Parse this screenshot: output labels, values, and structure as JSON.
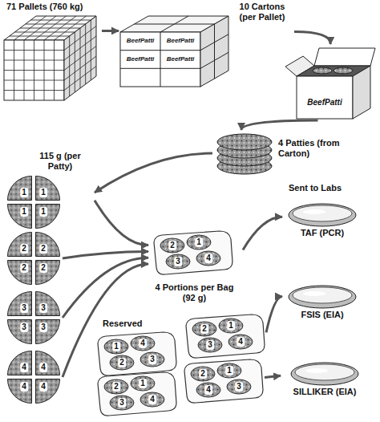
{
  "diagram": {
    "nodes": [
      {
        "text": [
          "71 Pallets (760 kg)"
        ]
      },
      {
        "text": [
          "10 Cartons (per Pallet)"
        ]
      },
      {
        "text": [
          "BeefPatti"
        ]
      },
      {
        "text": [
          "4 Patties (from Carton)"
        ]
      },
      {
        "text": [
          "115 g (per Patty)",
          "1",
          "1",
          "1",
          "1"
        ]
      },
      {
        "text": [
          "2",
          "2",
          "2",
          "2"
        ]
      },
      {
        "text": [
          "3",
          "3",
          "3",
          "3"
        ]
      },
      {
        "text": [
          "4",
          "4",
          "4",
          "4"
        ]
      },
      {
        "text": [
          "2",
          "1",
          "3",
          "4",
          "4 Portions per Bag (92 g)"
        ]
      },
      {
        "text": [
          "2",
          "1",
          "3",
          "4"
        ]
      },
      {
        "text": [
          "2",
          "1",
          "4",
          "3"
        ]
      },
      {
        "text": [
          "1",
          "4",
          "2",
          "3"
        ]
      },
      {
        "text": [
          "2",
          "1",
          "3",
          "4"
        ]
      },
      {
        "text": [
          "TAF (PCR)"
        ]
      },
      {
        "text": [
          "FSIS (EIA)"
        ]
      },
      {
        "text": [
          "SILLIKER (EIA)"
        ]
      }
    ],
    "edges": [
      {
        "from": 0,
        "to": 1,
        "arrow": "to"
      },
      {
        "from": 1,
        "to": 2,
        "arrow": "to"
      },
      {
        "from": 2,
        "to": 3,
        "arrow": "to"
      },
      {
        "from": 3,
        "to": 4,
        "arrow": "to"
      },
      {
        "from": 4,
        "to": 8,
        "arrow": "to"
      },
      {
        "from": 5,
        "to": 8,
        "arrow": "to"
      },
      {
        "from": 6,
        "to": 8,
        "arrow": "to"
      },
      {
        "from": 7,
        "to": 8,
        "arrow": "to"
      },
      {
        "from": 8,
        "to": 13,
        "arrow": "to"
      },
      {
        "from": 9,
        "to": 14,
        "arrow": "to"
      },
      {
        "from": 10,
        "to": 15,
        "arrow": "to"
      }
    ],
    "labels": [
      "BeefPatti",
      "BeefPatti",
      "BeefPatti",
      "BeefPatti",
      "Sent to Labs",
      "Reserved"
    ]
  }
}
